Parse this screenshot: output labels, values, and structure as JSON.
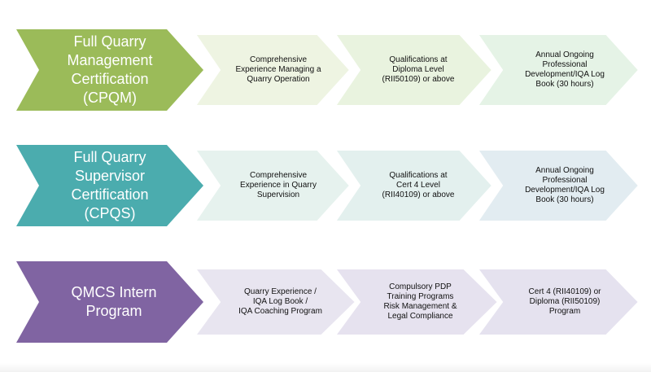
{
  "rows": [
    {
      "color": "#9bbb59",
      "title": "Full Quarry\nManagement\nCertification\n(CPQM)",
      "steps": [
        {
          "text": "Comprehensive\nExperience Managing a\nQuarry Operation",
          "color": "#eef4e2"
        },
        {
          "text": "Qualifications at\nDiploma Level\n(RII50109) or above",
          "color": "#e9f3df"
        },
        {
          "text": "Annual Ongoing\nProfessional\nDevelopment/IQA Log\nBook (30 hours)",
          "color": "#e5f3e6"
        }
      ]
    },
    {
      "color": "#4bacae",
      "title": "Full Quarry\nSupervisor\nCertification\n(CPQS)",
      "steps": [
        {
          "text": "Comprehensive\nExperience in Quarry\nSupervision",
          "color": "#e6f2ee"
        },
        {
          "text": "Qualifications at\nCert 4 Level\n(RII40109) or above",
          "color": "#e3f0ee"
        },
        {
          "text": "Annual Ongoing\nProfessional\nDevelopment/IQA Log\nBook (30 hours)",
          "color": "#e2ecf1"
        }
      ]
    },
    {
      "color": "#8064a2",
      "title": "QMCS Intern\nProgram",
      "steps": [
        {
          "text": "Quarry Experience /\nIQA Log Book /\nIQA Coaching Program",
          "color": "#e8e5f0"
        },
        {
          "text": "Compulsory PDP\nTraining Programs\nRisk Management &\nLegal Compliance",
          "color": "#e6e2ef"
        },
        {
          "text": "Cert 4 (RII40109) or\nDiploma (RII50109)\nProgram",
          "color": "#e5e2ef"
        }
      ]
    }
  ]
}
